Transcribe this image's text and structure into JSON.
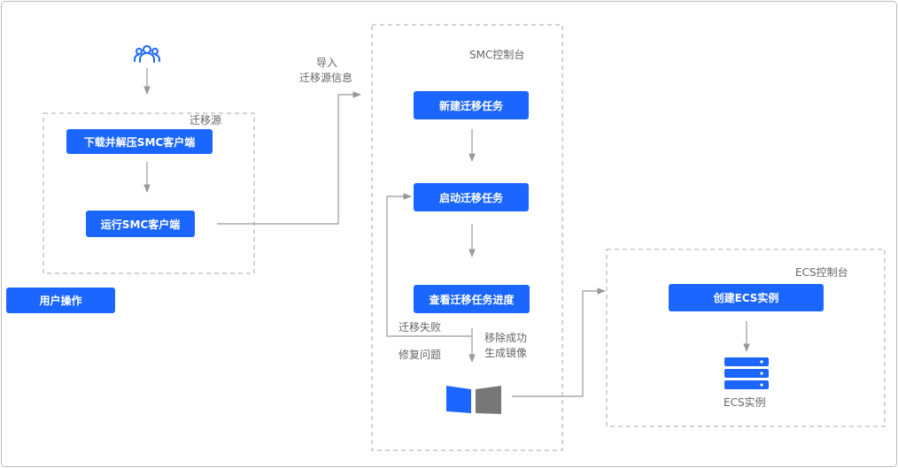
{
  "groups": {
    "source": "迁移源",
    "smc_console": "SMC控制台",
    "ecs_console": "ECS控制台"
  },
  "steps": {
    "download": "下载并解压SMC客户端",
    "run": "运行SMC客户端",
    "user_ops": "用户操作",
    "new_task": "新建迁移任务",
    "start_task": "启动迁移任务",
    "view_progress": "查看迁移任务进度",
    "create_ecs": "创建ECS实例"
  },
  "annotations": {
    "import_line1": "导入",
    "import_line2": "迁移源信息",
    "fail": "迁移失败",
    "fix": "修复问题",
    "success_line1": "移除成功",
    "success_line2": "生成镜像",
    "ecs_instance": "ECS实例"
  },
  "colors": {
    "accent": "#1a66ff",
    "arrow": "#999999",
    "image_gray": "#777777"
  },
  "icons": [
    "users-icon",
    "image-icon",
    "server-icon"
  ]
}
